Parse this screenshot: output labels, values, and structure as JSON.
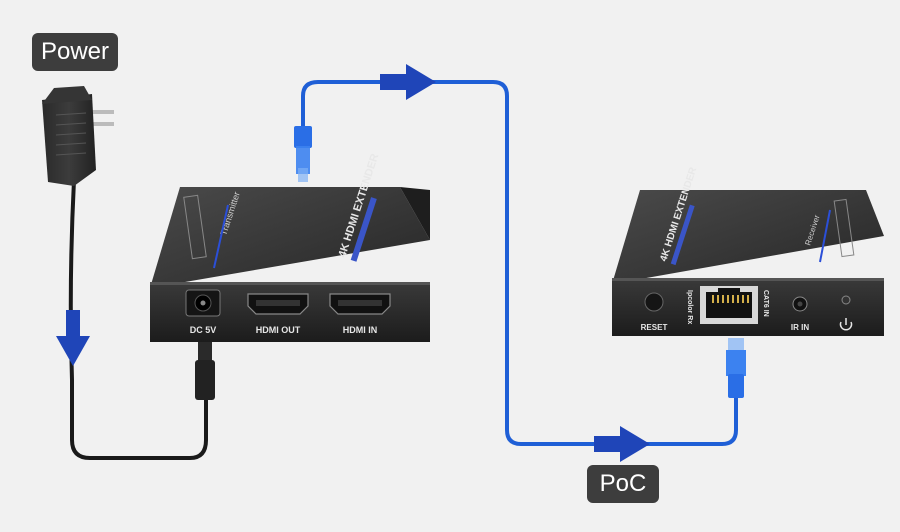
{
  "labels": {
    "power": "Power",
    "poc": "PoC"
  },
  "transmitter": {
    "top_title": "4K HDMI EXTENDER",
    "side_label": "Transmitter",
    "ports": {
      "dc": "DC 5V",
      "hdmi_out": "HDMI OUT",
      "hdmi_in": "HDMI IN"
    }
  },
  "receiver": {
    "top_title": "4K HDMI EXTENDER",
    "side_label": "Receiver",
    "ports": {
      "reset": "RESET",
      "rx": "Ipcolor Rx",
      "cat6": "CAT6 IN",
      "ir": "IR IN"
    }
  },
  "colors": {
    "cable_blue": "#1f5fd6",
    "arrow_blue": "#1f45b8",
    "device_dark": "#2b2b2b",
    "label_bg": "#3d3d3d"
  },
  "icons": {
    "power_symbol": "power-icon"
  }
}
